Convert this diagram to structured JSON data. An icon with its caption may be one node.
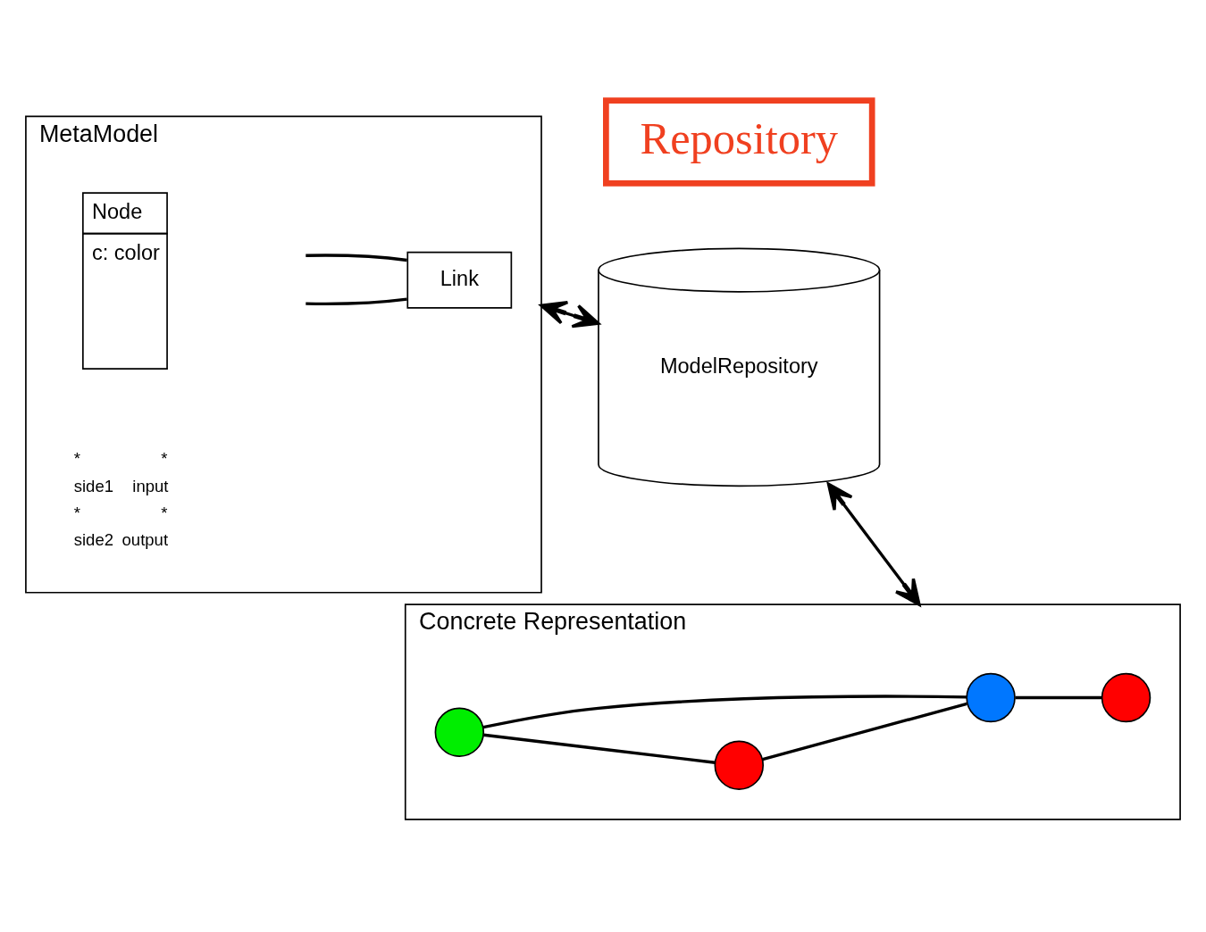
{
  "diagram": {
    "nodes": [
      {
        "text": [
          "MetaModel"
        ]
      },
      {
        "text": [
          "Node",
          "c: color"
        ],
        "in": 0
      },
      {
        "text": [
          "Link"
        ],
        "in": 0
      },
      {
        "text": [
          "ModelRepository"
        ]
      },
      {
        "text": [
          "Repository"
        ]
      },
      {
        "text": [
          "Concrete Representation"
        ]
      },
      {
        "text": [],
        "shape": "circle",
        "in": 5
      },
      {
        "text": [],
        "shape": "circle",
        "in": 5
      },
      {
        "text": [],
        "shape": "circle",
        "in": 5
      },
      {
        "text": [],
        "shape": "circle",
        "in": 5
      }
    ],
    "edges": [
      {
        "from": 1,
        "to": 2,
        "arrow": "none"
      },
      {
        "from": 1,
        "to": 2,
        "arrow": "none"
      },
      {
        "from": 0,
        "to": 3,
        "arrow": "both"
      },
      {
        "from": 3,
        "to": 5,
        "arrow": "both"
      },
      {
        "from": 7,
        "to": 6,
        "arrow": "none"
      },
      {
        "from": 7,
        "to": 8,
        "arrow": "none"
      },
      {
        "from": 6,
        "to": 8,
        "arrow": "none"
      },
      {
        "from": 8,
        "to": 9,
        "arrow": "none"
      }
    ],
    "labels": [
      "*",
      "*",
      "side1",
      "input",
      "*",
      "*",
      "side2",
      "output"
    ]
  }
}
